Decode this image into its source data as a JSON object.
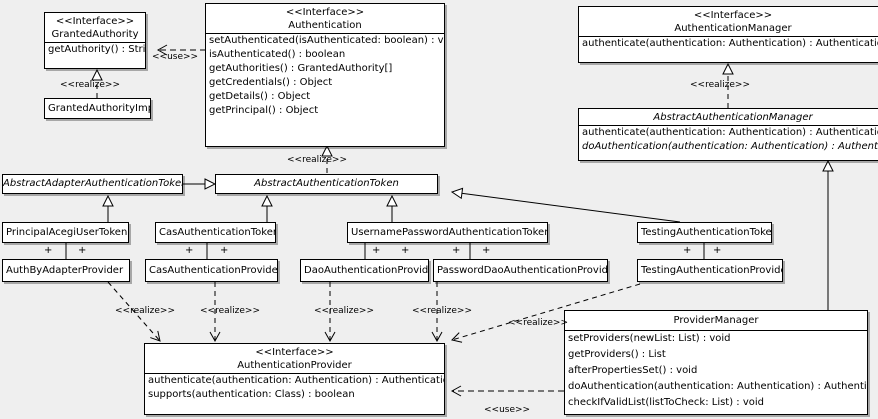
{
  "diagram": {
    "type": "uml-class-diagram",
    "background": "#efefef",
    "box_fill": "#ffffff",
    "stroke": "#000000",
    "stereotype_interface": "<<Interface>>",
    "relation_labels": {
      "realize": "<<realize>>",
      "use": "<<use>>",
      "association": "+"
    }
  },
  "classes": [
    {
      "id": "granted-authority",
      "stereotype": "<<Interface>>",
      "name": "GrantedAuthority",
      "abstract": false,
      "members": [
        "getAuthority() : String"
      ]
    },
    {
      "id": "granted-authority-impl",
      "stereotype": "",
      "name": "GrantedAuthorityImpl",
      "abstract": false,
      "members": []
    },
    {
      "id": "authentication",
      "stereotype": "<<Interface>>",
      "name": "Authentication",
      "abstract": false,
      "members": [
        "setAuthenticated(isAuthenticated: boolean) : void",
        "isAuthenticated() : boolean",
        "getAuthorities() : GrantedAuthority[]",
        "getCredentials() : Object",
        "getDetails() : Object",
        "getPrincipal() : Object"
      ]
    },
    {
      "id": "authentication-manager",
      "stereotype": "<<Interface>>",
      "name": "AuthenticationManager",
      "abstract": false,
      "members": [
        "authenticate(authentication: Authentication) : Authentication"
      ]
    },
    {
      "id": "abstract-authentication-manager",
      "stereotype": "",
      "name": "AbstractAuthenticationManager",
      "abstract": true,
      "members": [
        "authenticate(authentication: Authentication) : Authentication",
        "doAuthentication(authentication: Authentication) : Authentication"
      ],
      "member_abstract_flags": [
        false,
        true
      ]
    },
    {
      "id": "abstract-adapter-authentication-token",
      "stereotype": "",
      "name": "AbstractAdapterAuthenticationToken",
      "abstract": true,
      "members": []
    },
    {
      "id": "abstract-authentication-token",
      "stereotype": "",
      "name": "AbstractAuthenticationToken",
      "abstract": true,
      "members": []
    },
    {
      "id": "principal-acegi-user-token",
      "stereotype": "",
      "name": "PrincipalAcegiUserToken",
      "abstract": false,
      "members": []
    },
    {
      "id": "cas-authentication-token",
      "stereotype": "",
      "name": "CasAuthenticationToken",
      "abstract": false,
      "members": []
    },
    {
      "id": "username-password-authentication-token",
      "stereotype": "",
      "name": "UsernamePasswordAuthenticationToken",
      "abstract": false,
      "members": []
    },
    {
      "id": "testing-authentication-token",
      "stereotype": "",
      "name": "TestingAuthenticationToken",
      "abstract": false,
      "members": []
    },
    {
      "id": "auth-by-adapter-provider",
      "stereotype": "",
      "name": "AuthByAdapterProvider",
      "abstract": false,
      "members": []
    },
    {
      "id": "cas-authentication-provider",
      "stereotype": "",
      "name": "CasAuthenticationProvider",
      "abstract": false,
      "members": []
    },
    {
      "id": "dao-authentication-provider",
      "stereotype": "",
      "name": "DaoAuthenticationProvider",
      "abstract": false,
      "members": []
    },
    {
      "id": "password-dao-authentication-provider",
      "stereotype": "",
      "name": "PasswordDaoAuthenticationProvider",
      "abstract": false,
      "members": []
    },
    {
      "id": "testing-authentication-provider",
      "stereotype": "",
      "name": "TestingAuthenticationProvider",
      "abstract": false,
      "members": []
    },
    {
      "id": "authentication-provider",
      "stereotype": "<<Interface>>",
      "name": "AuthenticationProvider",
      "abstract": false,
      "members": [
        "authenticate(authentication: Authentication) : Authentication",
        "supports(authentication: Class) : boolean"
      ]
    },
    {
      "id": "provider-manager",
      "stereotype": "",
      "name": "ProviderManager",
      "abstract": false,
      "members": [
        "setProviders(newList: List) : void",
        "getProviders() : List",
        "afterPropertiesSet() : void",
        "doAuthentication(authentication: Authentication) : Authentication",
        "checkIfValidList(listToCheck: List) : void"
      ]
    }
  ],
  "edge_labels": {
    "use_authentication_grantedauthority": "<<use>>",
    "realize_grantedauthorityimpl": "<<realize>>",
    "realize_abstractauthenticationtoken": "<<realize>>",
    "realize_abstractauthenticationmanager": "<<realize>>",
    "realize_authbyadapter": "<<realize>>",
    "realize_cas": "<<realize>>",
    "realize_dao": "<<realize>>",
    "realize_passworddao": "<<realize>>",
    "realize_testing": "<<realize>>",
    "use_providermanager": "<<use>>"
  },
  "association_markers": {
    "principal_left": "+",
    "principal_right": "+",
    "cas_left": "+",
    "cas_right": "+",
    "upat_1": "+",
    "upat_2": "+",
    "upat_3": "+",
    "upat_4": "+",
    "testing_left": "+",
    "testing_right": "+"
  }
}
